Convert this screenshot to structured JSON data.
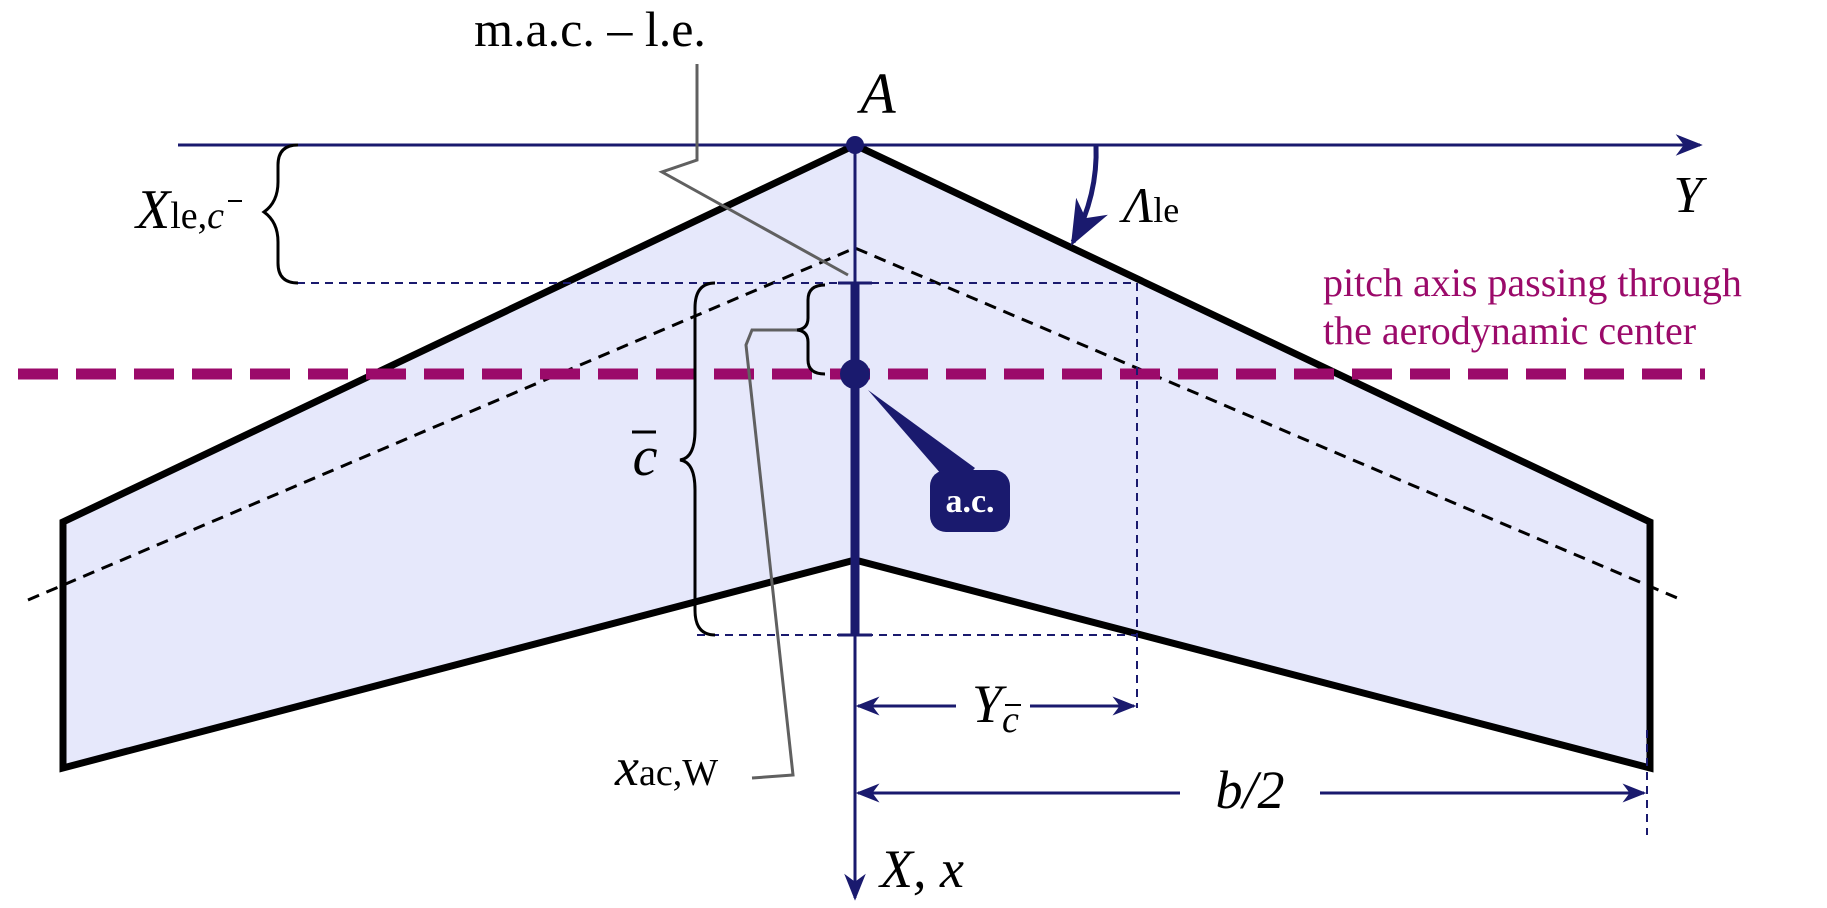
{
  "labels": {
    "mac_le": "m.a.c. – l.e.",
    "point_A": "A",
    "y_axis": "Y",
    "sweep_symbol": "Λ",
    "sweep_sub": "le",
    "x_le_symbol": "X",
    "x_le_sub": "le,",
    "x_le_sub_c": "c",
    "pitch_line1": "pitch axis passing through",
    "pitch_line2": "the aerodynamic center",
    "cbar": "c",
    "ac_badge": "a.c.",
    "y_cbar_symbol": "Y",
    "y_cbar_sub": "c",
    "xac_symbol": "x",
    "xac_sub": "ac,W",
    "b_half": "b/2",
    "x_axis": "X, x"
  },
  "colors": {
    "axis": "#1a1a6e",
    "wing_fill": "#e6e8fb",
    "wing_edge": "#000000",
    "pitch": "#9b0a6a",
    "leader": "#606060",
    "badge": "#1a1a6e"
  }
}
